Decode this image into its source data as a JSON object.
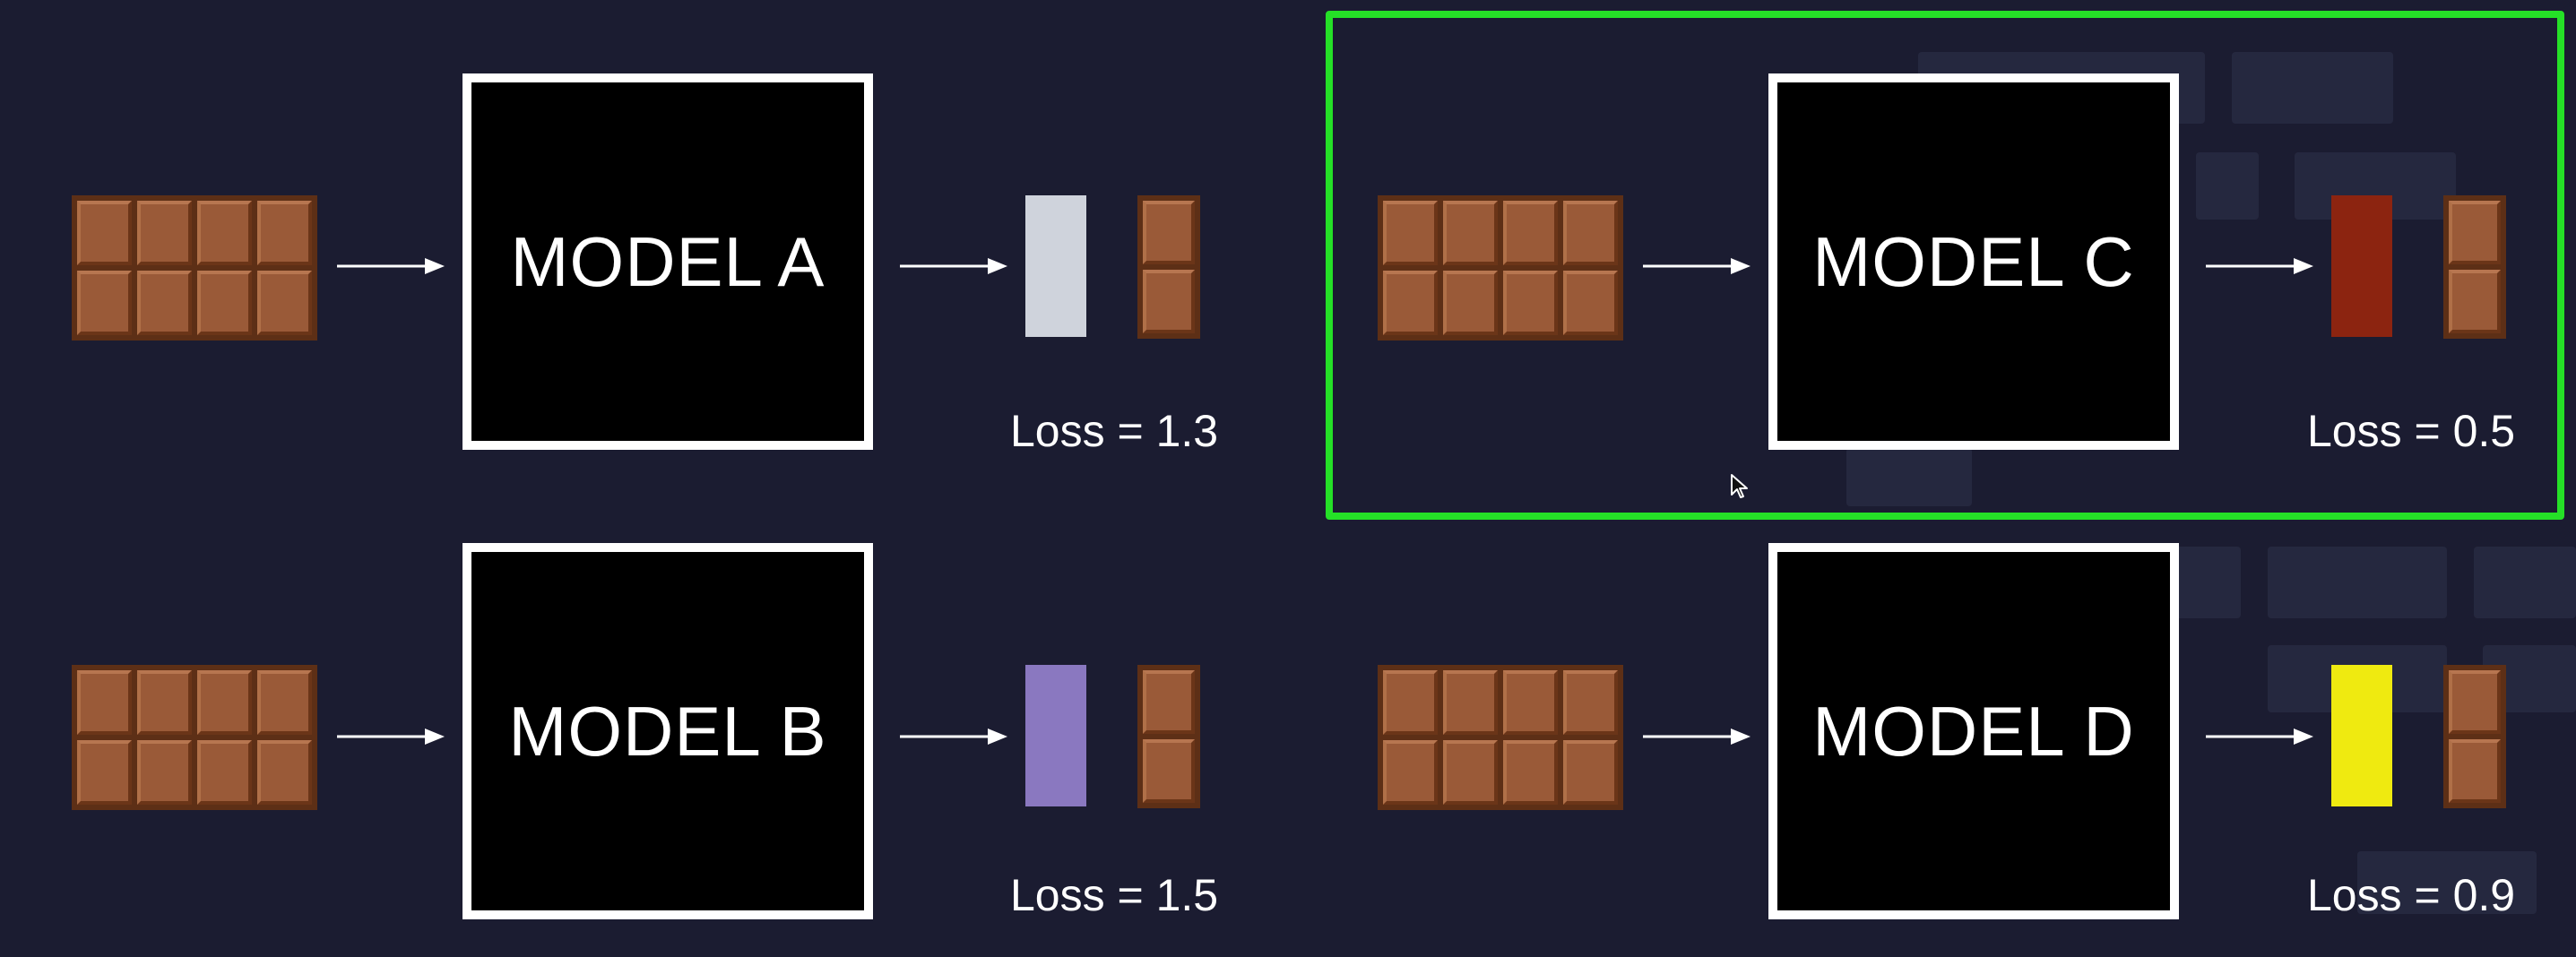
{
  "models": [
    {
      "label": "MODEL A",
      "loss": "Loss = 1.3",
      "prediction_color": "#cfd3dc"
    },
    {
      "label": "MODEL B",
      "loss": "Loss = 1.5",
      "prediction_color": "#8a78c0"
    },
    {
      "label": "MODEL C",
      "loss": "Loss = 0.5",
      "prediction_color": "#8c2410"
    },
    {
      "label": "MODEL D",
      "loss": "Loss = 0.9",
      "prediction_color": "#efea10"
    }
  ],
  "highlight_color": "#25e027",
  "highlighted_model": "MODEL C",
  "icons": {
    "input": "chocolate-bar-icon",
    "target": "chocolate-piece-icon",
    "cursor": "mouse-cursor-icon"
  }
}
